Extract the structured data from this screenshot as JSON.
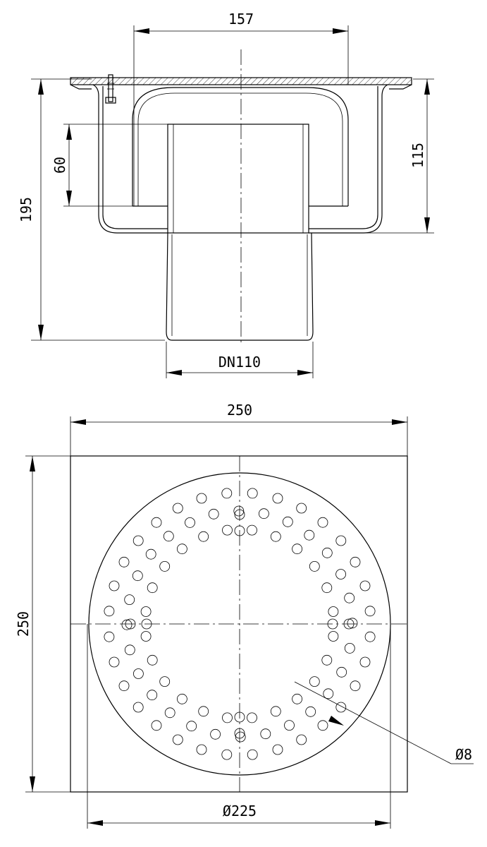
{
  "drawing": {
    "dimensions": {
      "top_width": "157",
      "overall_height": "195",
      "inner_height": "60",
      "body_height": "115",
      "outlet": "DN110",
      "plate_width": "250",
      "plate_height": "250",
      "grate_diameter": "Ø225",
      "hole_diameter": "Ø8"
    }
  }
}
